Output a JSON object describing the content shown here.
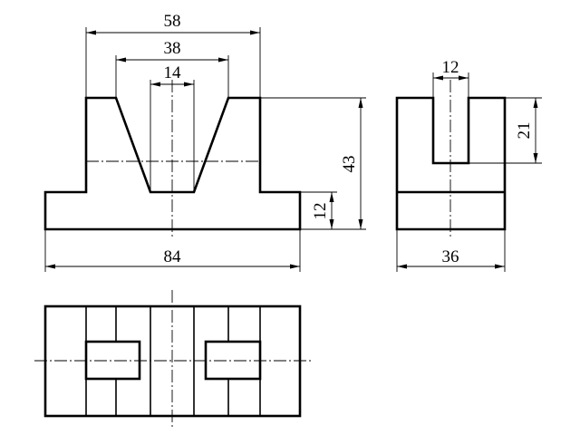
{
  "dimensions": {
    "front_top_width": "58",
    "front_mid_width": "38",
    "front_slot_width": "14",
    "front_total_height": "43",
    "front_base_height": "12",
    "front_total_width": "84",
    "side_slot_width": "12",
    "side_slot_depth": "21",
    "side_total_width": "36"
  }
}
